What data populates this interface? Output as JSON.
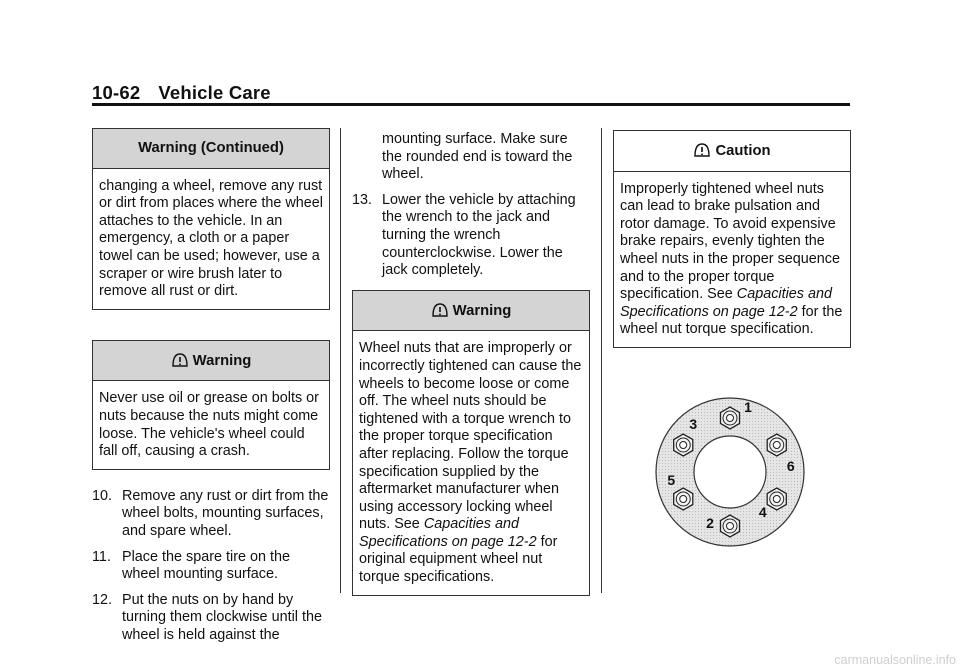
{
  "header": {
    "page_number": "10-62",
    "section_title": "Vehicle Care"
  },
  "col1": {
    "warning_continued_title": "Warning  (Continued)",
    "warning_continued_text": "changing a wheel, remove any rust or dirt from places where the wheel attaches to the vehicle. In an emergency, a cloth or a paper towel can be used; however, use a scraper or wire brush later to remove all rust or dirt.",
    "warning2_title": "Warning",
    "warning2_text": "Never use oil or grease on bolts or nuts because the nuts might come loose. The vehicle's wheel could fall off, causing a crash.",
    "steps": [
      {
        "num": "10.",
        "text": "Remove any rust or dirt from the wheel bolts, mounting surfaces, and spare wheel."
      },
      {
        "num": "11.",
        "text": "Place the spare tire on the wheel mounting surface."
      },
      {
        "num": "12.",
        "text": "Put the nuts on by hand by turning them clockwise until the wheel is held against the"
      }
    ]
  },
  "col2": {
    "continued_text": "mounting surface. Make sure the rounded end is toward the wheel.",
    "step13_num": "13.",
    "step13_text": "Lower the vehicle by attaching the wrench to the jack and turning the wrench counterclockwise. Lower the jack completely.",
    "warning_title": "Warning",
    "warning_text_1": "Wheel nuts that are improperly or incorrectly tightened can cause the wheels to become loose or come off. The wheel nuts should be tightened with a torque wrench to the proper torque specification after replacing. Follow the torque specification supplied by the aftermarket manufacturer when using accessory locking wheel nuts. See ",
    "warning_ref": "Capacities and Specifications on page 12-2",
    "warning_text_2": " for original equipment wheel nut torque specifications."
  },
  "col3": {
    "caution_title": "Caution",
    "caution_text_1": "Improperly tightened wheel nuts can lead to brake pulsation and rotor damage. To avoid expensive brake repairs, evenly tighten the wheel nuts in the proper sequence and to the proper torque specification. See ",
    "caution_ref": "Capacities and Specifications on page 12-2",
    "caution_text_2": " for the wheel nut torque specification.",
    "nut_labels": [
      "1",
      "2",
      "3",
      "4",
      "5",
      "6"
    ]
  },
  "watermark": "carmanualsonline.info",
  "colors": {
    "box_header_gray": "#d4d4d4",
    "rule": "#111111"
  }
}
